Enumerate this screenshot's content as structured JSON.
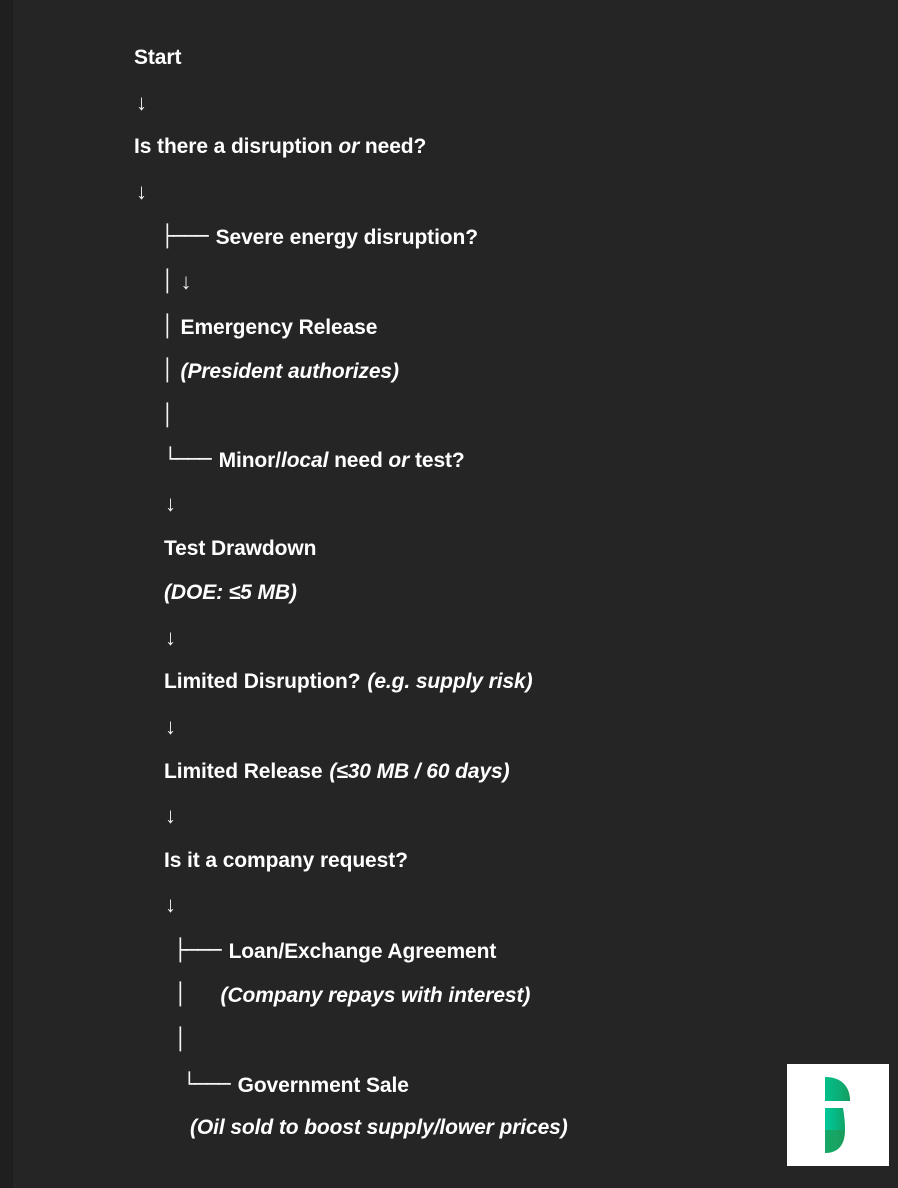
{
  "theme": {
    "background": "#252525",
    "edge_strip": "#1f1f1f",
    "text_color": "#ffffff",
    "logo_background": "#ffffff",
    "logo_green_light": "#00c08b",
    "logo_green_mid": "#0fa86f",
    "logo_green_dark": "#169c5d"
  },
  "flow": {
    "nodes": [
      {
        "id": "start",
        "label": "Start"
      },
      {
        "id": "arrow-1",
        "label": "↓"
      },
      {
        "id": "question-root",
        "pre": "Is there a disruption ",
        "em": "or",
        "post": " need?"
      },
      {
        "id": "arrow-2",
        "label": "↓"
      },
      {
        "id": "branch-severe",
        "tree": "├───",
        "label": "Severe energy disruption?"
      },
      {
        "id": "arrow-3",
        "tree": "│",
        "label": "↓"
      },
      {
        "id": "emergency-release",
        "tree": "│",
        "label": "Emergency Release"
      },
      {
        "id": "emergency-note",
        "tree": "│",
        "label": "(President authorizes)"
      },
      {
        "id": "spacer-pipe",
        "tree": "│",
        "label": ""
      },
      {
        "id": "branch-minor",
        "tree": "└───",
        "pre": "Minor/",
        "em": "local",
        "mid": " need ",
        "em2": "or",
        "post": " test?"
      },
      {
        "id": "arrow-4",
        "label": "↓"
      },
      {
        "id": "test-drawdown",
        "label": "Test Drawdown"
      },
      {
        "id": "test-drawdown-note",
        "label": "(DOE: ≤5 MB)"
      },
      {
        "id": "arrow-5",
        "label": "↓"
      },
      {
        "id": "limited-disruption",
        "label": "Limited Disruption?",
        "note": "(e.g. supply risk)"
      },
      {
        "id": "arrow-6",
        "label": "↓"
      },
      {
        "id": "limited-release",
        "label": "Limited Release",
        "note": "(≤30 MB / 60 days)"
      },
      {
        "id": "arrow-7",
        "label": "↓"
      },
      {
        "id": "company-request",
        "label": "Is it a company request?"
      },
      {
        "id": "arrow-8",
        "label": "↓"
      },
      {
        "id": "branch-loan",
        "tree": "├───",
        "label": "Loan/Exchange Agreement"
      },
      {
        "id": "loan-note",
        "tree": "│",
        "label": "(Company repays with interest)"
      },
      {
        "id": "spacer-pipe-2",
        "tree": "│",
        "label": ""
      },
      {
        "id": "branch-gov-sale",
        "tree": "└───",
        "label": "Government Sale"
      },
      {
        "id": "gov-sale-note",
        "label": "(Oil sold to boost supply/lower prices)"
      }
    ],
    "labels": {
      "start": "Start",
      "arrow_glyph": "↓",
      "question_root_pre": "Is there a disruption ",
      "question_root_em": "or",
      "question_root_post": " need?",
      "severe_branch_tree": "├───",
      "severe_branch": "Severe energy disruption?",
      "pipe": "│",
      "emergency_release": "Emergency Release",
      "emergency_note": "(President authorizes)",
      "minor_branch_tree": "└───",
      "minor_pre": "Minor/",
      "minor_em": "local",
      "minor_mid": " need ",
      "minor_em2": "or",
      "minor_post": " test?",
      "test_drawdown": "Test Drawdown",
      "test_drawdown_note": "(DOE: ≤5 MB)",
      "limited_disruption": "Limited Disruption?",
      "limited_disruption_note": "(e.g. supply risk)",
      "limited_release": "Limited Release",
      "limited_release_note": "(≤30 MB / 60 days)",
      "company_request": "Is it a company request?",
      "loan_branch_tree": "├───",
      "loan_agreement": "Loan/Exchange Agreement",
      "loan_note": "(Company repays with interest)",
      "gov_sale_tree": "└───",
      "gov_sale": "Government Sale",
      "gov_sale_note": "(Oil sold to boost supply/lower prices)"
    }
  },
  "logo": {
    "name": "stylized-letter-i-logo",
    "letter": "i"
  }
}
